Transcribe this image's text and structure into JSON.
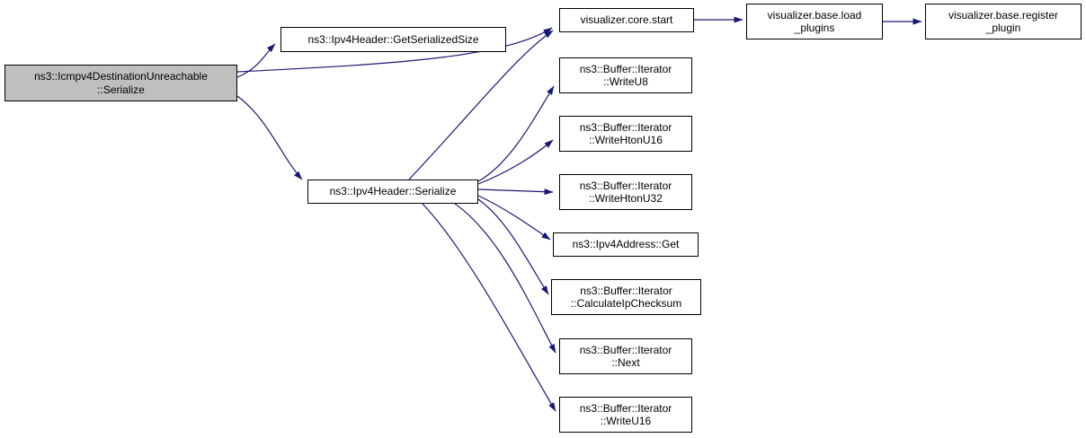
{
  "diagram": {
    "type": "call-graph",
    "edge_color": "#191970",
    "node_border_color": "#000000",
    "node_fill": "#ffffff",
    "highlight_fill": "#bfbfbf",
    "nodes": [
      {
        "id": "icmpv4-destination-unreachable-serialize",
        "label": "ns3::Icmpv4DestinationUnreachable\n::Serialize",
        "highlighted": true
      },
      {
        "id": "ipv4header-getserializedsize",
        "label": "ns3::Ipv4Header::GetSerializedSize",
        "highlighted": false
      },
      {
        "id": "ipv4header-serialize",
        "label": "ns3::Ipv4Header::Serialize",
        "highlighted": false
      },
      {
        "id": "visualizer-core-start",
        "label": "visualizer.core.start",
        "highlighted": false
      },
      {
        "id": "visualizer-base-load-plugins",
        "label": "visualizer.base.load\n_plugins",
        "highlighted": false
      },
      {
        "id": "visualizer-base-register-plugin",
        "label": "visualizer.base.register\n_plugin",
        "highlighted": false
      },
      {
        "id": "buffer-iterator-writeu8",
        "label": "ns3::Buffer::Iterator\n::WriteU8",
        "highlighted": false
      },
      {
        "id": "buffer-iterator-writehtonu16",
        "label": "ns3::Buffer::Iterator\n::WriteHtonU16",
        "highlighted": false
      },
      {
        "id": "buffer-iterator-writehtonu32",
        "label": "ns3::Buffer::Iterator\n::WriteHtonU32",
        "highlighted": false
      },
      {
        "id": "ipv4address-get",
        "label": "ns3::Ipv4Address::Get",
        "highlighted": false
      },
      {
        "id": "buffer-iterator-calculateipchecksum",
        "label": "ns3::Buffer::Iterator\n::CalculateIpChecksum",
        "highlighted": false
      },
      {
        "id": "buffer-iterator-next",
        "label": "ns3::Buffer::Iterator\n::Next",
        "highlighted": false
      },
      {
        "id": "buffer-iterator-writeu16",
        "label": "ns3::Buffer::Iterator\n::WriteU16",
        "highlighted": false
      }
    ],
    "edges": [
      {
        "from": "icmpv4-destination-unreachable-serialize",
        "to": "ipv4header-getserializedsize"
      },
      {
        "from": "icmpv4-destination-unreachable-serialize",
        "to": "visualizer-core-start"
      },
      {
        "from": "icmpv4-destination-unreachable-serialize",
        "to": "ipv4header-serialize"
      },
      {
        "from": "ipv4header-serialize",
        "to": "visualizer-core-start"
      },
      {
        "from": "ipv4header-serialize",
        "to": "buffer-iterator-writeu8"
      },
      {
        "from": "ipv4header-serialize",
        "to": "buffer-iterator-writehtonu16"
      },
      {
        "from": "ipv4header-serialize",
        "to": "buffer-iterator-writehtonu32"
      },
      {
        "from": "ipv4header-serialize",
        "to": "ipv4address-get"
      },
      {
        "from": "ipv4header-serialize",
        "to": "buffer-iterator-calculateipchecksum"
      },
      {
        "from": "ipv4header-serialize",
        "to": "buffer-iterator-next"
      },
      {
        "from": "ipv4header-serialize",
        "to": "buffer-iterator-writeu16"
      },
      {
        "from": "visualizer-core-start",
        "to": "visualizer-base-load-plugins"
      },
      {
        "from": "visualizer-base-load-plugins",
        "to": "visualizer-base-register-plugin"
      }
    ]
  }
}
